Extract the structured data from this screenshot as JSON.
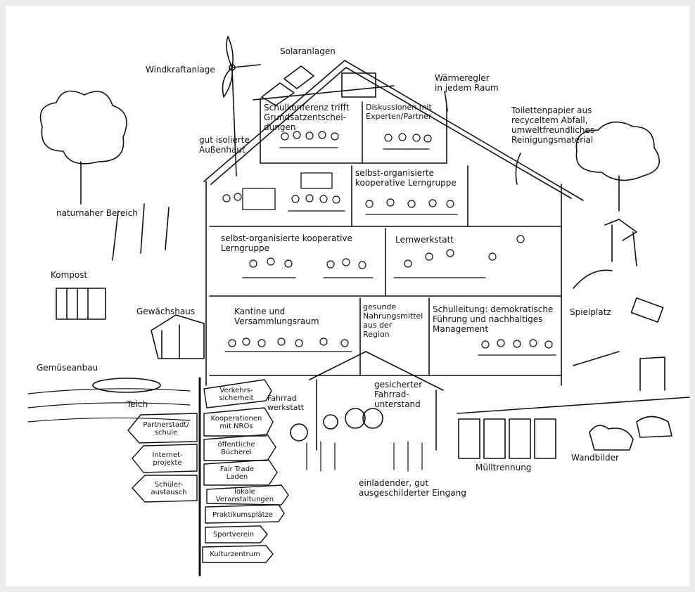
{
  "labels": {
    "solar": "Solaranlagen",
    "wind": "Windkraftanlage",
    "thermostat": "Wärmeregler\nin jedem Raum",
    "toilet_paper": "Toilettenpapier aus\nrecyceltem Abfall,\numweltfreundliches\nReinigungsmaterial",
    "insulation": "gut isolierte\nAußenhaut",
    "nature_area": "naturnaher Bereich",
    "compost": "Kompost",
    "greenhouse": "Gewächshaus",
    "vegetable_garden": "Gemüseanbau",
    "pond": "Teich",
    "playground": "Spielplatz",
    "waste_separation": "Mülltrennung",
    "murals": "Wandbilder",
    "entrance": "einladender, gut\nausgeschilderter Eingang",
    "bike_shelter": "gesicherter\nFahrrad-\nunterstand",
    "bike_workshop": "Fahrrad\nwerkstatt"
  },
  "rooms": {
    "school_conference": "Schulkonferenz trifft\nGrundsatzentschei-\ndungen",
    "expert_discussion": "Diskussionen mit\nExperten/Partner",
    "self_org_group_upper": "selbst-organisierte\nkooperative Lerngruppe",
    "self_org_group_middle": "selbst-organisierte kooperative\nLerngruppe",
    "learning_workshop": "Lernwerkstatt",
    "canteen": "Kantine und\nVersammlungsraum",
    "regional_food": "gesunde\nNahrungsmittel\naus der\nRegion",
    "school_management": "Schulleitung: demokratische\nFührung und nachhaltiges\nManagement"
  },
  "signs_left": [
    "Partnerstadt/\nschule",
    "Internet-\nprojekte",
    "Schüler-\naustausch"
  ],
  "signs_right": [
    "Verkehrs-\nsicherheit",
    "Kooperationen\nmit NROs",
    "öffentliche\nBücherei",
    "Fair Trade\nLaden",
    "lokale\nVeranstaltungen",
    "Praktikumsplätze",
    "Sportverein",
    "Kulturzentrum"
  ],
  "colors": {
    "background": "#ececec",
    "panel": "#ffffff",
    "ink": "#111111"
  }
}
